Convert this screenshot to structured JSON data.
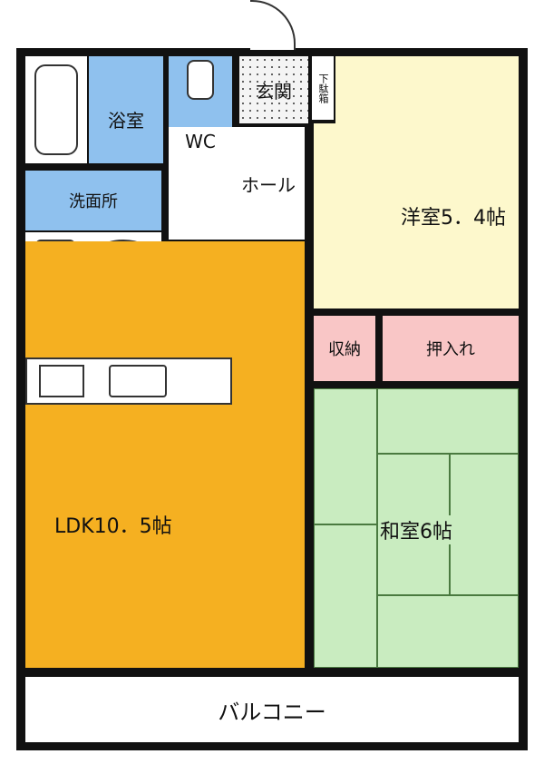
{
  "rooms": {
    "bath": "浴室",
    "wc": "WC",
    "entrance": "玄関",
    "shoe_box": "下駄箱",
    "western": "洋室5．4帖",
    "washroom": "洗面所",
    "hall": "ホール",
    "ldk": "LDK10．5帖",
    "storage": "収納",
    "closet": "押入れ",
    "japanese": "和室6帖",
    "balcony": "バルコニー"
  },
  "colors": {
    "wet": "#8fc1ee",
    "western": "#fdf8cc",
    "ldk": "#f5b021",
    "storage": "#f9c6c6",
    "japanese": "#c9ecc0",
    "entrance": "#f4f4f4"
  }
}
